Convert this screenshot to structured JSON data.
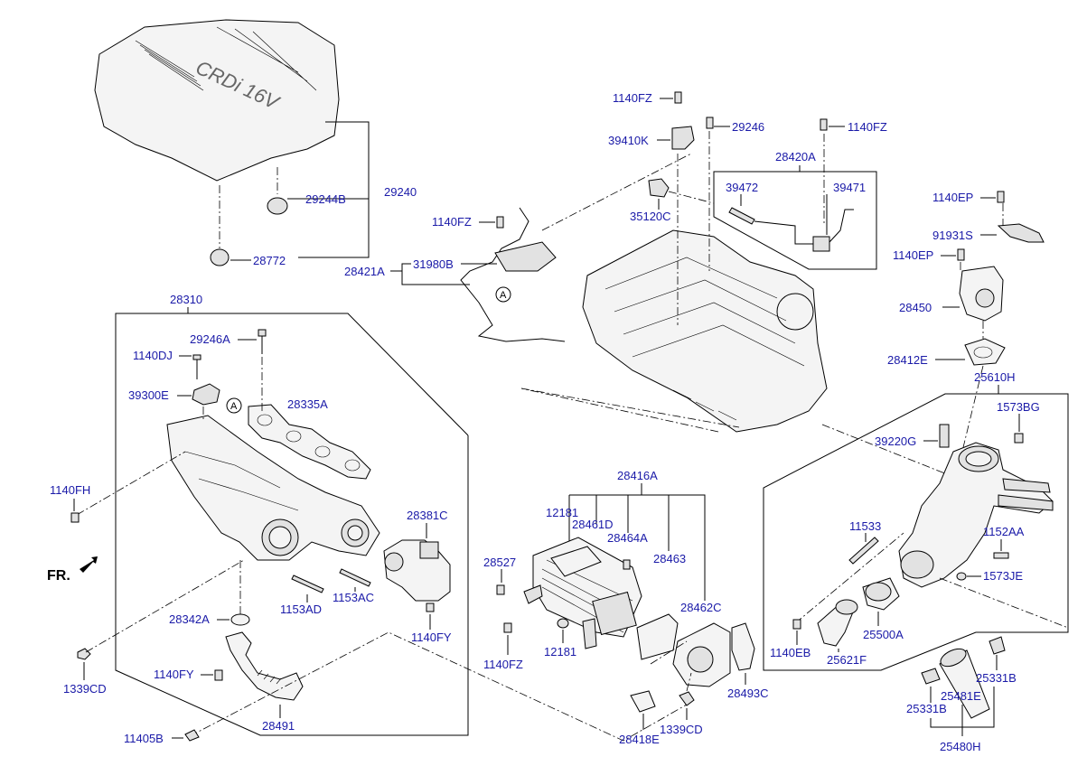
{
  "labels": {
    "l29240": "29240",
    "l29244B": "29244B",
    "l28772": "28772",
    "l28310": "28310",
    "l29246A": "29246A",
    "l1140DJ": "1140DJ",
    "l39300E": "39300E",
    "l28335A": "28335A",
    "l1140FH": "1140FH",
    "l28381C": "28381C",
    "l1153AD": "1153AD",
    "l1153AC": "1153AC",
    "l28342A": "28342A",
    "l1140FY_a": "1140FY",
    "l1140FY_b": "1140FY",
    "l1339CD_a": "1339CD",
    "l28491": "28491",
    "l11405B": "11405B",
    "l1140FZ_top": "1140FZ",
    "l29246": "29246",
    "l1140FZ_top2": "1140FZ",
    "l39410K": "39410K",
    "l28420A": "28420A",
    "l39472": "39472",
    "l39471": "39471",
    "l35120C": "35120C",
    "l1140FZ_mid": "1140FZ",
    "l28421A": "28421A",
    "l31980B": "31980B",
    "l1140EP_a": "1140EP",
    "l91931S": "91931S",
    "l1140EP_b": "1140EP",
    "l28450": "28450",
    "l28412E": "28412E",
    "l25610H": "25610H",
    "l1573BG": "1573BG",
    "l39220G": "39220G",
    "l28416A": "28416A",
    "l12181_a": "12181",
    "l28461D": "28461D",
    "l28464A": "28464A",
    "l28527": "28527",
    "l28463": "28463",
    "l28462C": "28462C",
    "l1140FZ_bot": "1140FZ",
    "l12181_b": "12181",
    "l28493C": "28493C",
    "l28418E": "28418E",
    "l1339CD_b": "1339CD",
    "l11533": "11533",
    "l1152AA": "1152AA",
    "l1573JE": "1573JE",
    "l1140EB": "1140EB",
    "l25621F": "25621F",
    "l25500A": "25500A",
    "l25331B_a": "25331B",
    "l25481E": "25481E",
    "l25331B_b": "25331B",
    "l25480H": "25480H",
    "fr": "FR.",
    "callout_a1": "A",
    "callout_a2": "A",
    "cover_text": "CRDi 16V"
  },
  "colors": {
    "label": "#1a1aa8",
    "line": "#000000"
  }
}
